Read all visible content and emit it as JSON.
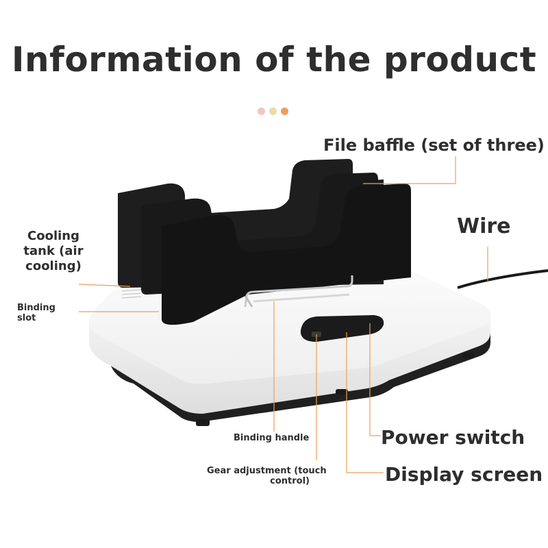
{
  "title": "Information of the product",
  "colors": {
    "accent_line": "#e8a15a",
    "dot_pink": "#f3c6c2",
    "dot_yellow": "#ecd9a4",
    "dot_orange": "#ee9d5c",
    "baffle": "#1f1f1f",
    "base": "#f7f7f7"
  },
  "labels": {
    "file_baffle": "File baffle (set of three)",
    "wire": "Wire",
    "cooling_tank_1": "Cooling",
    "cooling_tank_2": "tank (air",
    "cooling_tank_3": "cooling)",
    "binding_slot_1": "Binding",
    "binding_slot_2": "slot",
    "binding_handle": "Binding handle",
    "gear_adjustment_1": "Gear adjustment (touch",
    "gear_adjustment_2": "control)",
    "power_switch": "Power switch",
    "display_screen": "Display screen"
  },
  "icons": [
    "decorative-dots-icon",
    "product-image"
  ]
}
